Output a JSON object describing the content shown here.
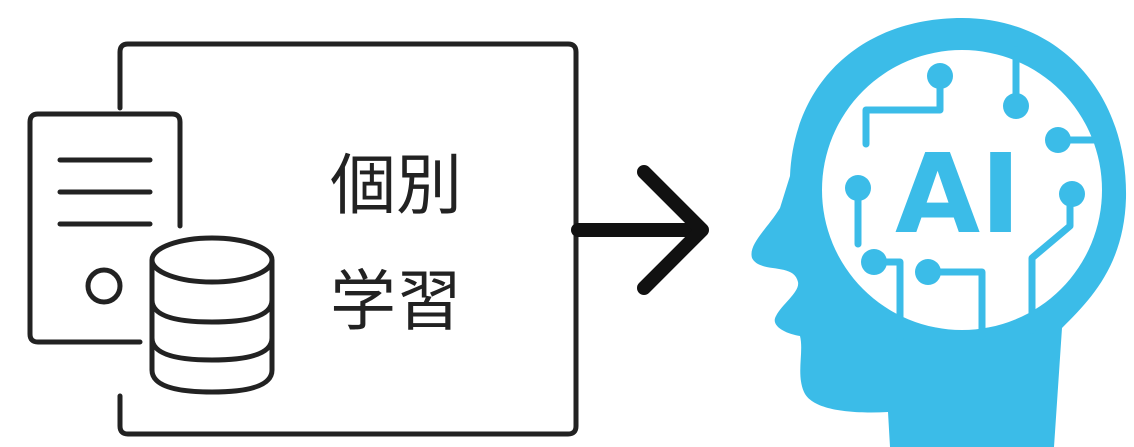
{
  "diagram": {
    "label_line1": "個別",
    "label_line2": "学習",
    "ai_text": "AI"
  },
  "icons": {
    "server": "server-icon",
    "database": "database-icon",
    "arrow": "arrow-right-icon",
    "head": "ai-head-icon"
  },
  "colors": {
    "stroke": "#222222",
    "accent": "#3bbce8",
    "background": "#ffffff"
  }
}
